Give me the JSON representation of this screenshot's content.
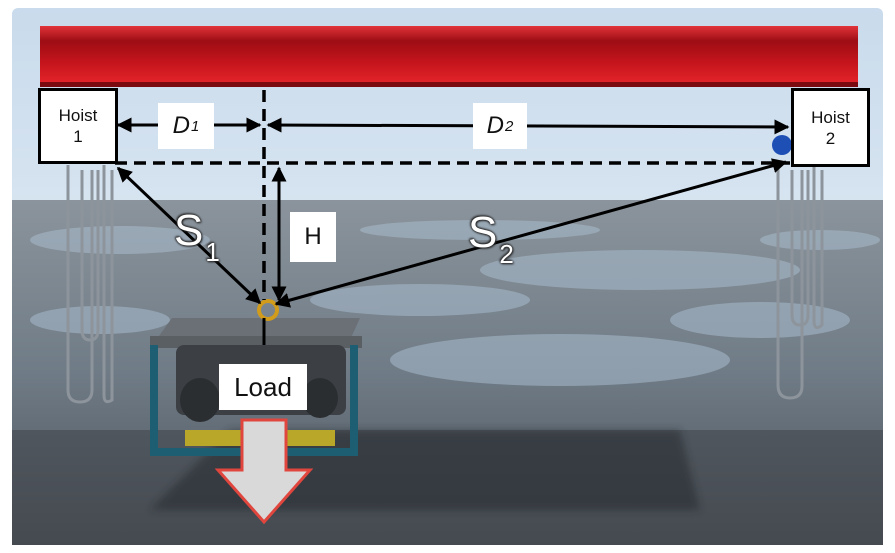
{
  "hoist1": {
    "line1": "Hoist",
    "line2": "1"
  },
  "hoist2": {
    "line1": "Hoist",
    "line2": "2"
  },
  "labels": {
    "d1": {
      "letter": "D",
      "sub": "1"
    },
    "d2": {
      "letter": "D",
      "sub": "2"
    },
    "h": "H",
    "s1": {
      "letter": "S",
      "sub": "1"
    },
    "s2": {
      "letter": "S",
      "sub": "2"
    },
    "load": "Load"
  },
  "colors": {
    "beam": "#c4141c",
    "arrow_fill": "#d9d9d9",
    "arrow_outline": "#e0463e",
    "sky": "#dde9f4",
    "water": "#7e8a96"
  }
}
